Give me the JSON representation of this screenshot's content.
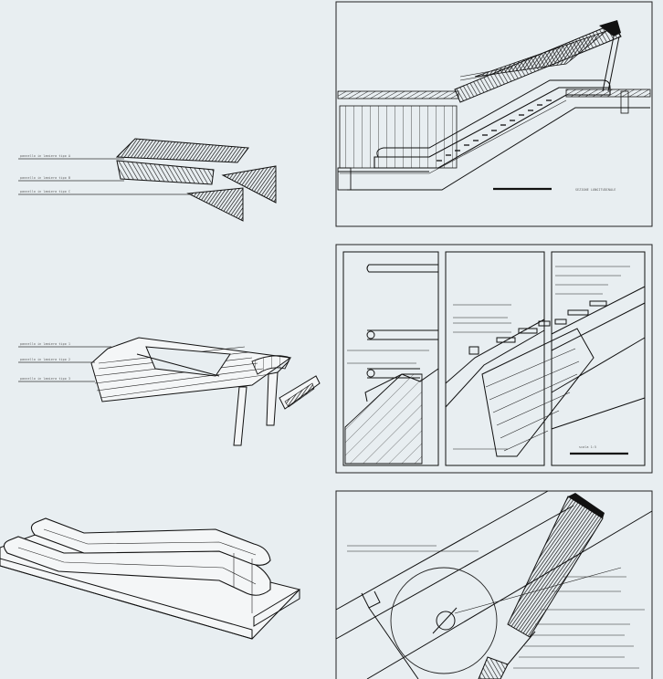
{
  "panels": {
    "top_left": {
      "labels": [
        "pannello in lamiera tipo A",
        "pannello in lamiera tipo B",
        "pannello in lamiera tipo C"
      ]
    },
    "top_right": {
      "section_caption": "SEZIONE LONGITUDINALE"
    },
    "middle_left": {
      "labels": [
        "pannello in lamiera tipo 1",
        "pannello in lamiera tipo 2",
        "pannello in lamiera tipo 3"
      ]
    },
    "middle_right": {
      "scale_caption": "scala 1:5"
    }
  }
}
